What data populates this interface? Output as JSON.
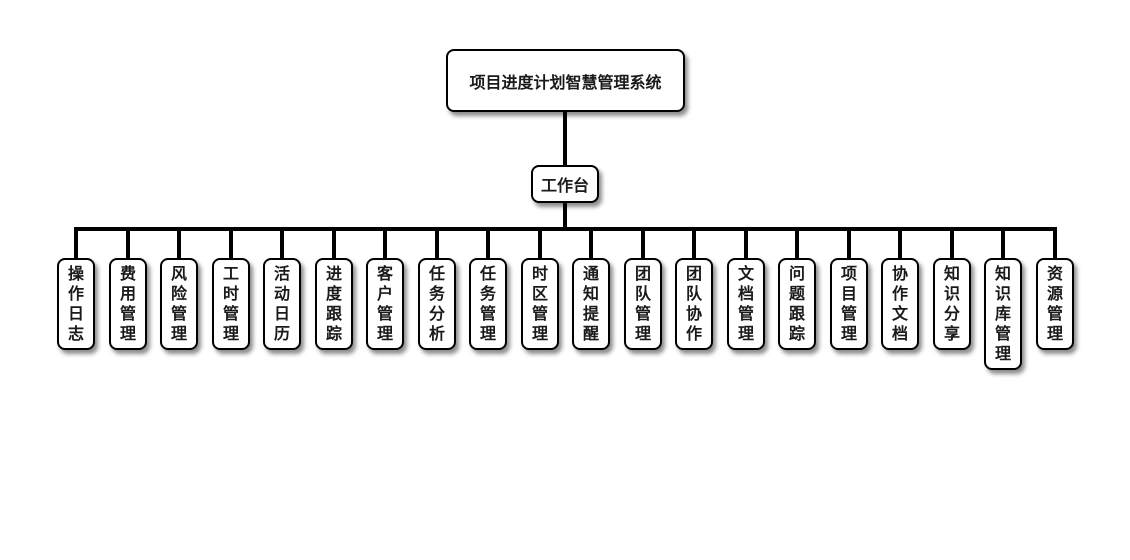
{
  "root": {
    "label": "项目进度计划智慧管理系统"
  },
  "hub": {
    "label": "工作台"
  },
  "modules": [
    {
      "label": "操作日志"
    },
    {
      "label": "费用管理"
    },
    {
      "label": "风险管理"
    },
    {
      "label": "工时管理"
    },
    {
      "label": "活动日历"
    },
    {
      "label": "进度跟踪"
    },
    {
      "label": "客户管理"
    },
    {
      "label": "任务分析"
    },
    {
      "label": "任务管理"
    },
    {
      "label": "时区管理"
    },
    {
      "label": "通知提醒"
    },
    {
      "label": "团队管理"
    },
    {
      "label": "团队协作"
    },
    {
      "label": "文档管理"
    },
    {
      "label": "问题跟踪"
    },
    {
      "label": "项目管理"
    },
    {
      "label": "协作文档"
    },
    {
      "label": "知识分享"
    },
    {
      "label": "知识库管理"
    },
    {
      "label": "资源管理"
    }
  ],
  "colors": {
    "line": "#000000",
    "node_fill": "#ffffff",
    "node_border": "#000000"
  }
}
